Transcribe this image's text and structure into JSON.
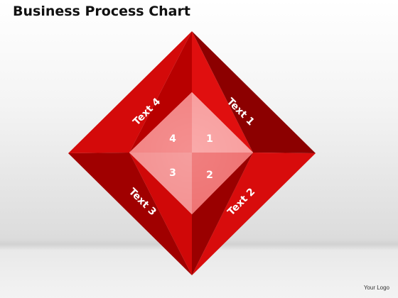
{
  "slide": {
    "title": "Business Process Chart",
    "logo": "Your Logo"
  },
  "diagram": {
    "segments": [
      {
        "label": "Text 1",
        "number": "1"
      },
      {
        "label": "Text 2",
        "number": "2"
      },
      {
        "label": "Text 3",
        "number": "3"
      },
      {
        "label": "Text 4",
        "number": "4"
      }
    ],
    "colors": {
      "primary_red": "#cc0000",
      "dark_red": "#8a0000",
      "center_pink": "#f08080"
    }
  }
}
